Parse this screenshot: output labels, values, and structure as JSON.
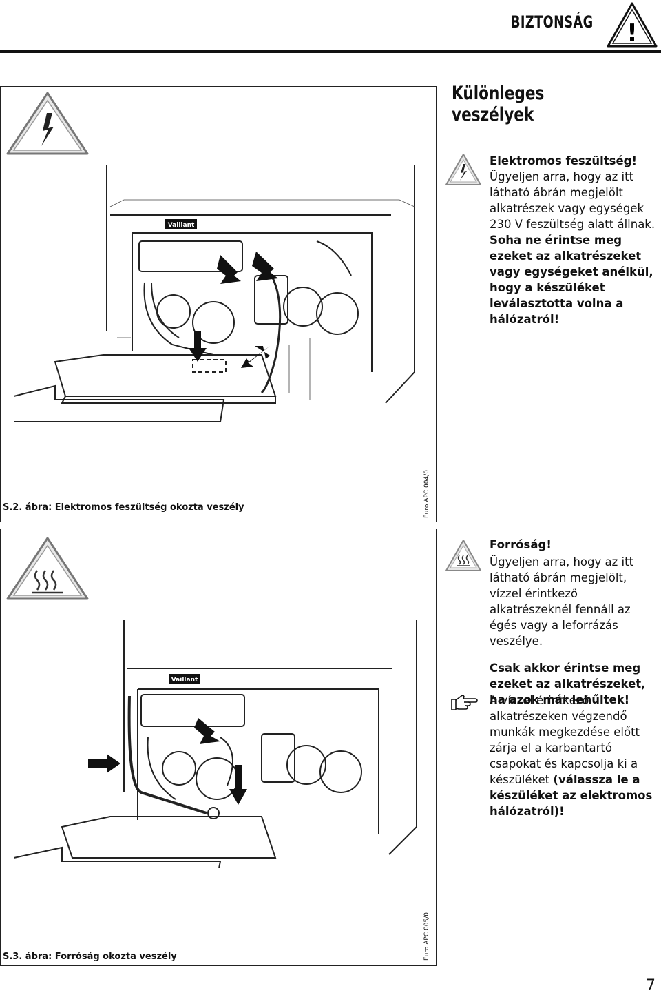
{
  "header": {
    "title": "BIZTONSÁG"
  },
  "section_title": "Különleges veszélyek",
  "electric": {
    "heading": "Elektromos feszültség!",
    "body": "Ügyeljen arra, hogy az itt látható ábrán megjelölt alkatrészek vagy egységek 230 V feszültség alatt állnak.",
    "warning": "Soha ne érintse meg ezeket az alkatrészeket vagy egységeket anélkül, hogy a készüléket leválasztotta volna a hálózatról!"
  },
  "figure2": {
    "caption": "S.2. ábra: Elektromos feszültség okozta veszély",
    "code": "Euro APC 004/0",
    "brand": "Vaillant"
  },
  "heat": {
    "heading": "Forróság!",
    "body": "Ügyeljen arra, hogy az itt látható ábrán megjelölt, vízzel érintkező alkatrészeknél fennáll az égés vagy a leforrázás veszélye.",
    "warning": "Csak akkor érintse meg ezeket az alkatrészeket, ha azok már lehűltek!"
  },
  "note": {
    "icon": "pointing-hand-icon",
    "text_normal": "A vízzel érintkező alkatrészeken végzendő munkák megkezdése előtt zárja el a karbantartó csapokat és kapcsolja ki a készüléket ",
    "text_bold": "(válassza le a készüléket az elektromos hálózatról)!"
  },
  "figure3": {
    "caption": "S.3. ábra: Forróság okozta veszély",
    "code": "Euro APC 005/0",
    "brand": "Vaillant"
  },
  "page_number": "7"
}
